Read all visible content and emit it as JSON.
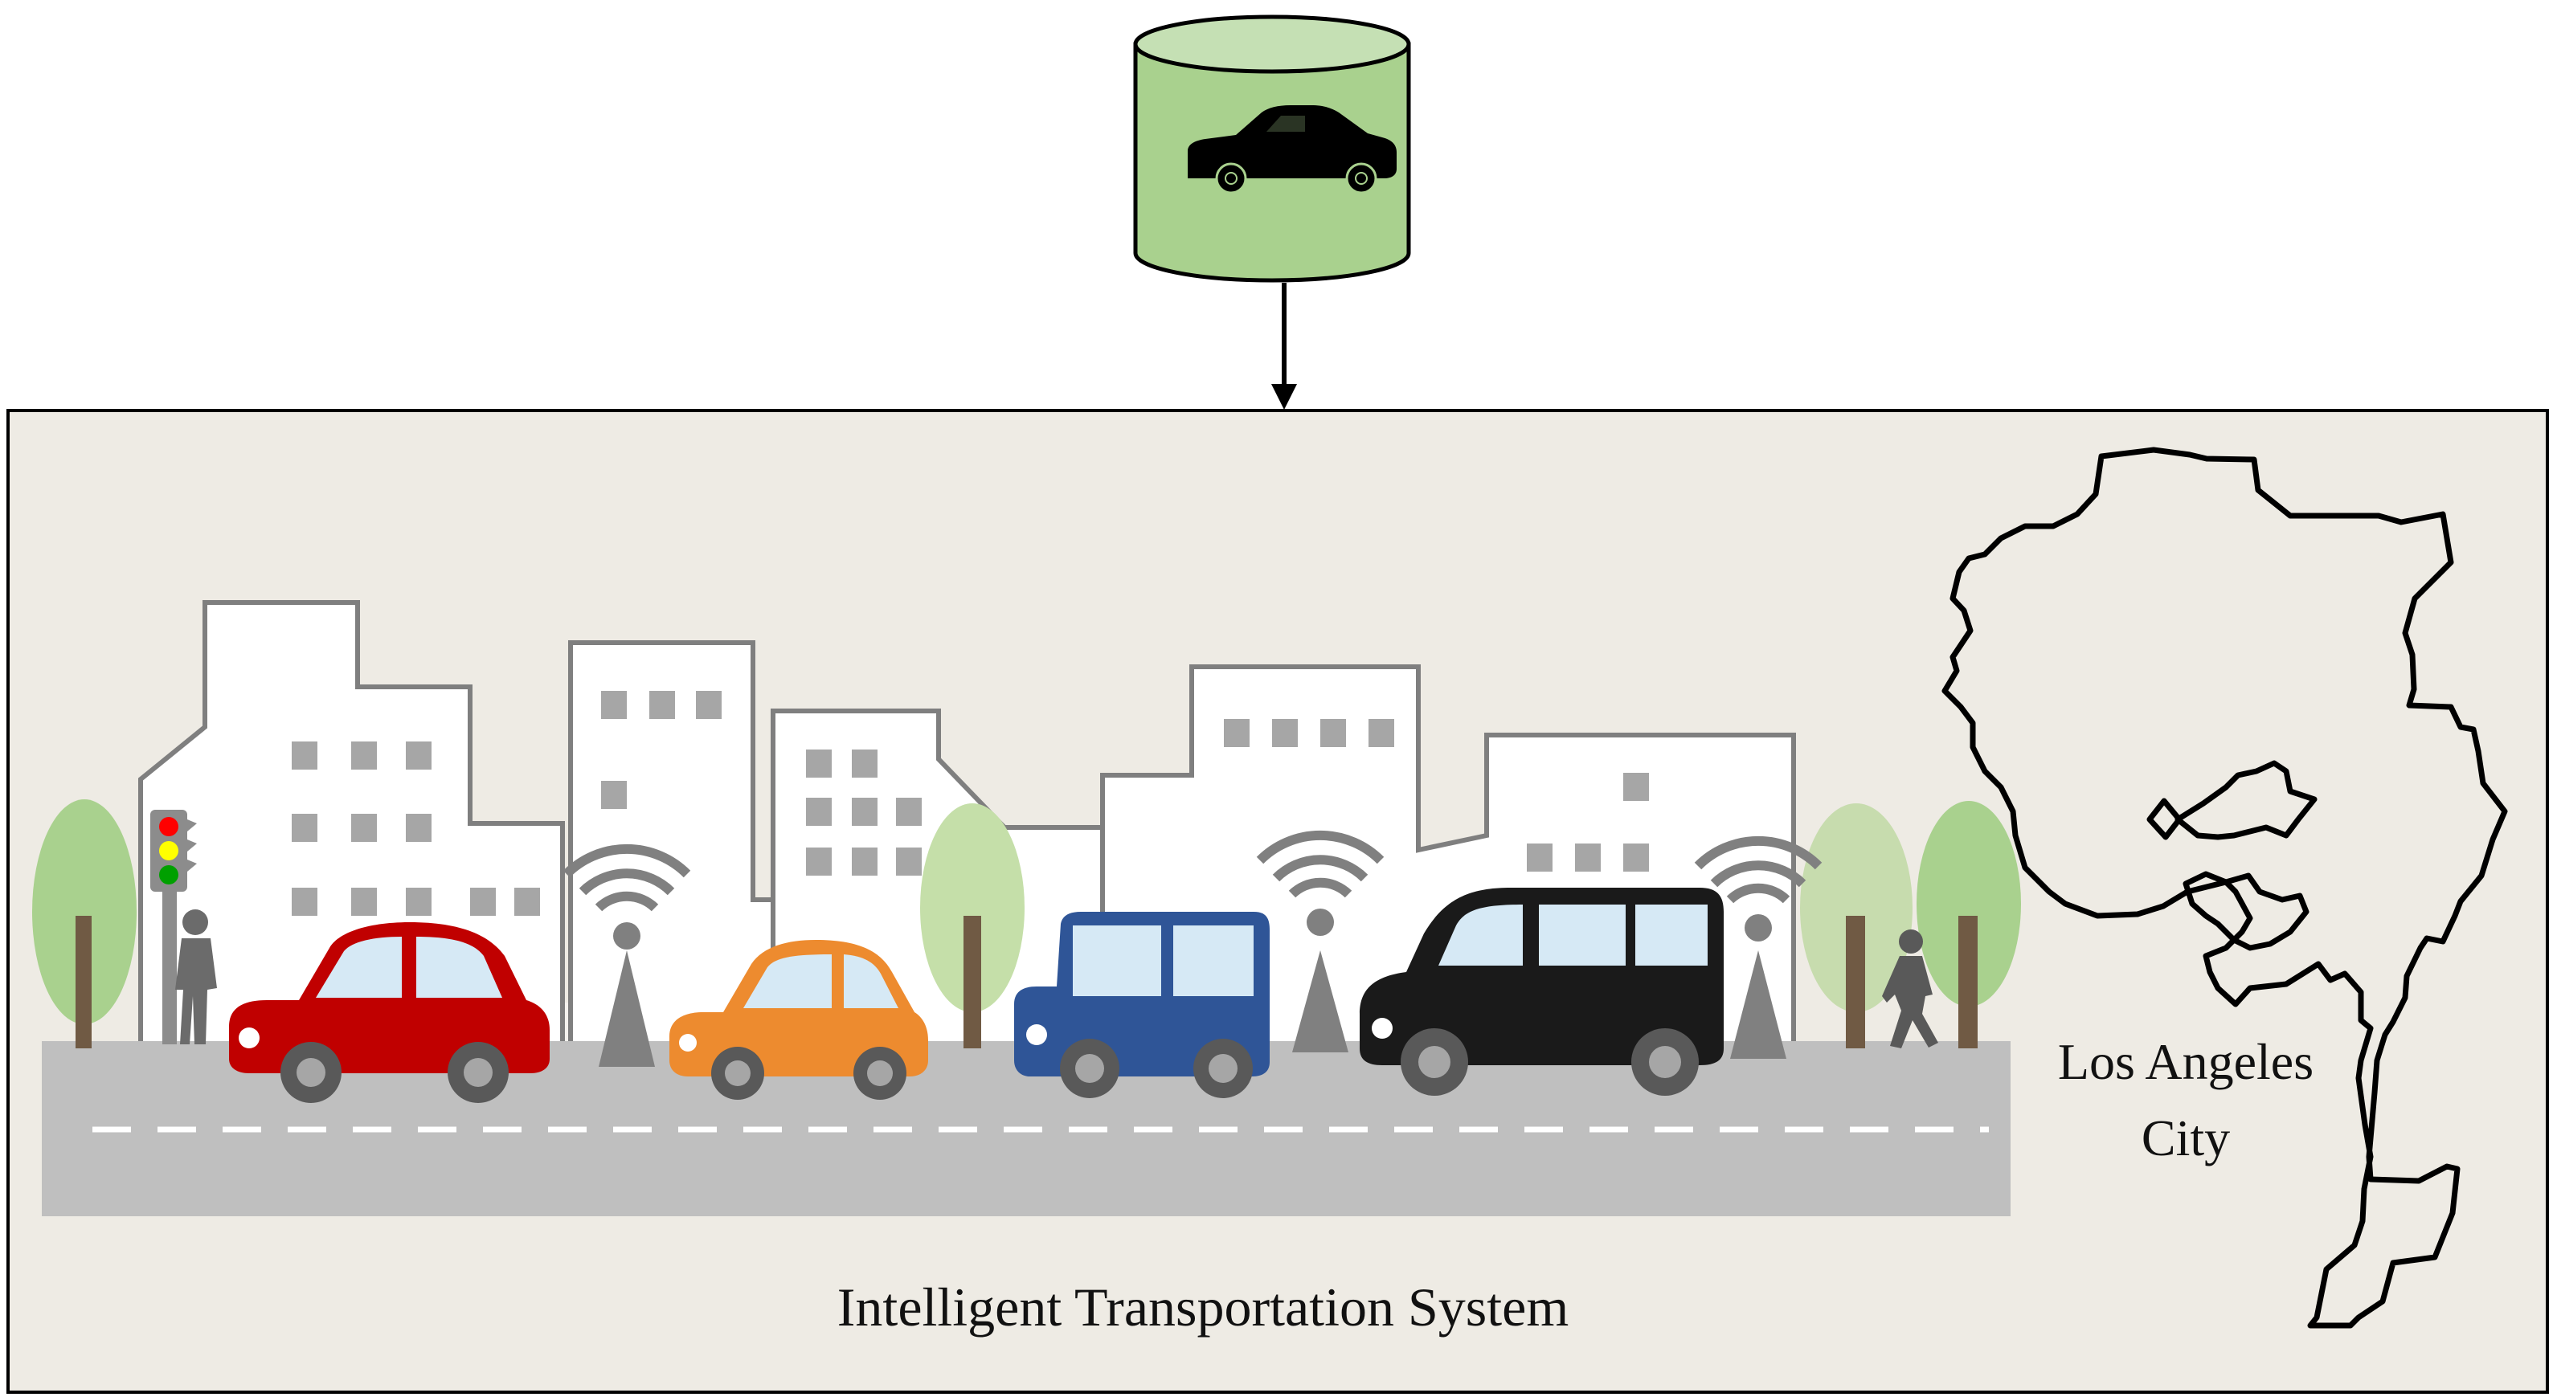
{
  "diagram": {
    "database": {
      "icon": "car-database-icon"
    },
    "system_panel": {
      "caption": "Intelligent Transportation System"
    },
    "city_map": {
      "label_line1": "Los Angeles",
      "label_line2": "City"
    },
    "vehicles": [
      {
        "type": "sedan",
        "color": "#c00000"
      },
      {
        "type": "compact",
        "color": "#e8882c"
      },
      {
        "type": "van",
        "color": "#2f5597"
      },
      {
        "type": "minivan",
        "color": "#1a1a1a"
      }
    ],
    "colors": {
      "database_fill": "#a9d18e",
      "database_top": "#c5e0b4",
      "panel_bg": "#eeebe4",
      "road": "#bfbfbf",
      "building_outline": "#7f7f7f",
      "tree_light": "#b7d7a8",
      "tree_dark": "#a3cf88",
      "trunk": "#705a44",
      "antenna": "#808080"
    }
  }
}
